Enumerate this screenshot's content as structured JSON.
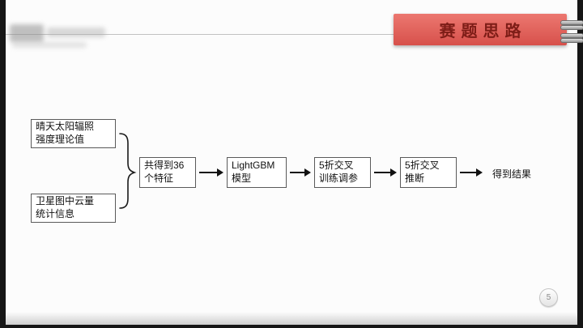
{
  "slide": {
    "banner_title": "赛题思路",
    "page_number": "5"
  },
  "flowchart": {
    "inputs": [
      {
        "label": "晴天太阳辐照\n强度理论值"
      },
      {
        "label": "卫星图中云量\n统计信息"
      }
    ],
    "steps": [
      {
        "label": "共得到36\n个特征"
      },
      {
        "label": "LightGBM\n模型"
      },
      {
        "label": "5折交叉\n训练调参"
      },
      {
        "label": "5折交叉\n推断"
      }
    ],
    "result_label": "得到结果"
  },
  "icons": {
    "brace": "curly-brace-right-icon",
    "arrow": "flow-arrow-right-icon",
    "clips": "binder-clip-icon"
  },
  "colors": {
    "banner_gradient_top": "#ec7870",
    "banner_gradient_bottom": "#d7504b",
    "banner_text": "#7e1d17",
    "frame": "#161616",
    "box_border": "#5a5a5a",
    "slide_background": "#fcfcfc"
  }
}
